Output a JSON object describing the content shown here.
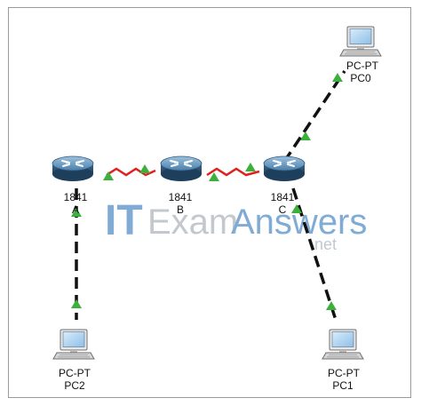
{
  "devices": {
    "router_a": {
      "model": "1841",
      "name": "A"
    },
    "router_b": {
      "model": "1841",
      "name": "B"
    },
    "router_c": {
      "model": "1841",
      "name": "C"
    },
    "pc0": {
      "model": "PC-PT",
      "name": "PC0"
    },
    "pc1": {
      "model": "PC-PT",
      "name": "PC1"
    },
    "pc2": {
      "model": "PC-PT",
      "name": "PC2"
    }
  },
  "watermark": {
    "it": "IT",
    "brand_part1": "Exam",
    "brand_part2": "Answers",
    "suffix": ".net"
  },
  "colors": {
    "serial_link": "#e0201c",
    "ethernet_link": "#111111",
    "link_up": "#3cb03c",
    "router_blue": "#3f6f97",
    "watermark_blue": "#2b74b8",
    "watermark_gray": "#9aa5ad"
  }
}
